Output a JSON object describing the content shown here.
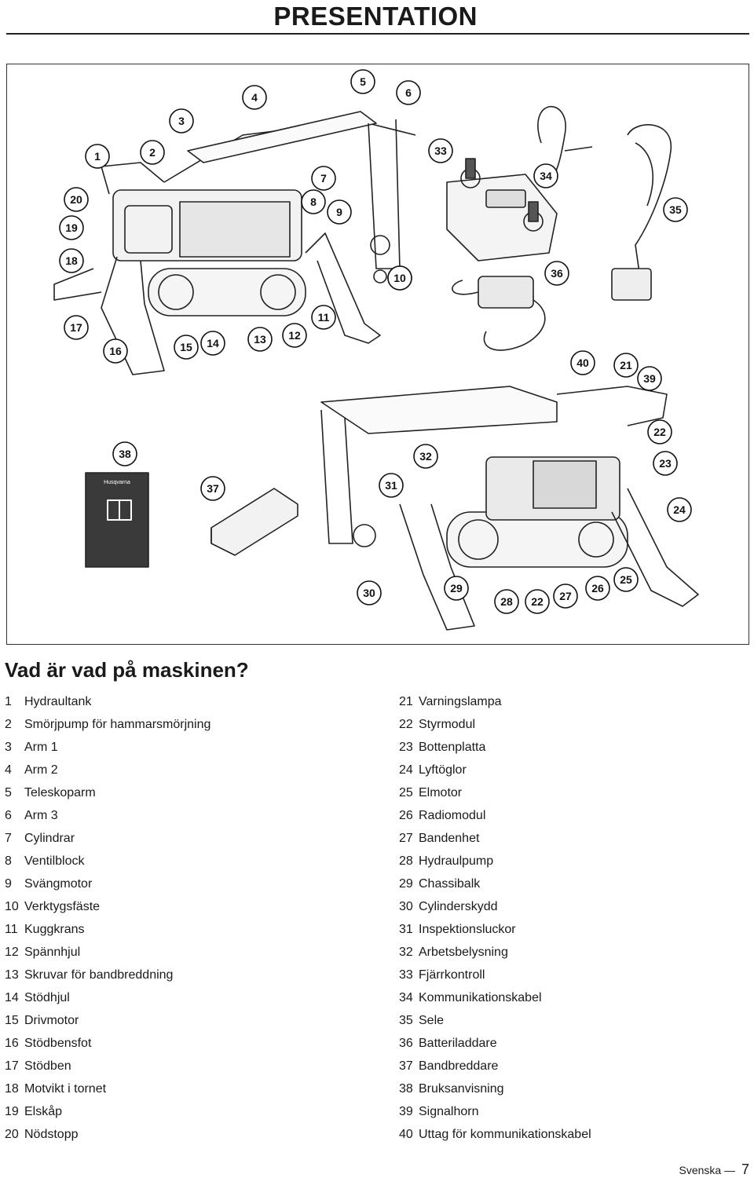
{
  "header": {
    "title": "PRESENTATION"
  },
  "figure": {
    "callouts": [
      "1",
      "2",
      "3",
      "4",
      "5",
      "6",
      "7",
      "8",
      "9",
      "10",
      "11",
      "12",
      "13",
      "14",
      "15",
      "16",
      "17",
      "18",
      "19",
      "20",
      "33",
      "34",
      "35",
      "36",
      "10",
      "40",
      "21",
      "39",
      "22",
      "23",
      "24",
      "38",
      "37",
      "31",
      "32",
      "30",
      "29",
      "28",
      "22",
      "27",
      "26",
      "25"
    ],
    "manual_brand": "Husqvarna"
  },
  "section": {
    "heading": "Vad är vad på maskinen?"
  },
  "parts_left": [
    {
      "num": "1",
      "label": "Hydraultank"
    },
    {
      "num": "2",
      "label": "Smörjpump för hammarsmörjning"
    },
    {
      "num": "3",
      "label": "Arm 1"
    },
    {
      "num": "4",
      "label": "Arm 2"
    },
    {
      "num": "5",
      "label": "Teleskoparm"
    },
    {
      "num": "6",
      "label": "Arm 3"
    },
    {
      "num": "7",
      "label": "Cylindrar"
    },
    {
      "num": "8",
      "label": "Ventilblock"
    },
    {
      "num": "9",
      "label": "Svängmotor"
    },
    {
      "num": "10",
      "label": "Verktygsfäste"
    },
    {
      "num": "11",
      "label": "Kuggkrans"
    },
    {
      "num": "12",
      "label": "Spännhjul"
    },
    {
      "num": "13",
      "label": "Skruvar för bandbreddning"
    },
    {
      "num": "14",
      "label": "Stödhjul"
    },
    {
      "num": "15",
      "label": "Drivmotor"
    },
    {
      "num": "16",
      "label": "Stödbensfot"
    },
    {
      "num": "17",
      "label": "Stödben"
    },
    {
      "num": "18",
      "label": "Motvikt i tornet"
    },
    {
      "num": "19",
      "label": "Elskåp"
    },
    {
      "num": "20",
      "label": "Nödstopp"
    }
  ],
  "parts_right": [
    {
      "num": "21",
      "label": "Varningslampa"
    },
    {
      "num": "22",
      "label": "Styrmodul"
    },
    {
      "num": "23",
      "label": "Bottenplatta"
    },
    {
      "num": "24",
      "label": "Lyftöglor"
    },
    {
      "num": "25",
      "label": "Elmotor"
    },
    {
      "num": "26",
      "label": "Radiomodul"
    },
    {
      "num": "27",
      "label": "Bandenhet"
    },
    {
      "num": "28",
      "label": "Hydraulpump"
    },
    {
      "num": "29",
      "label": "Chassibalk"
    },
    {
      "num": "30",
      "label": "Cylinderskydd"
    },
    {
      "num": "31",
      "label": "Inspektionsluckor"
    },
    {
      "num": "32",
      "label": "Arbetsbelysning"
    },
    {
      "num": "33",
      "label": "Fjärrkontroll"
    },
    {
      "num": "34",
      "label": "Kommunikationskabel"
    },
    {
      "num": "35",
      "label": "Sele"
    },
    {
      "num": "36",
      "label": "Batteriladdare"
    },
    {
      "num": "37",
      "label": "Bandbreddare"
    },
    {
      "num": "38",
      "label": "Bruksanvisning"
    },
    {
      "num": "39",
      "label": "Signalhorn"
    },
    {
      "num": "40",
      "label": "Uttag för kommunikationskabel"
    }
  ],
  "footer": {
    "language": "Svenska",
    "separator": "—",
    "page": "7"
  },
  "colors": {
    "ink": "#1a1a1a",
    "manual_cover": "#3a3a3a"
  }
}
